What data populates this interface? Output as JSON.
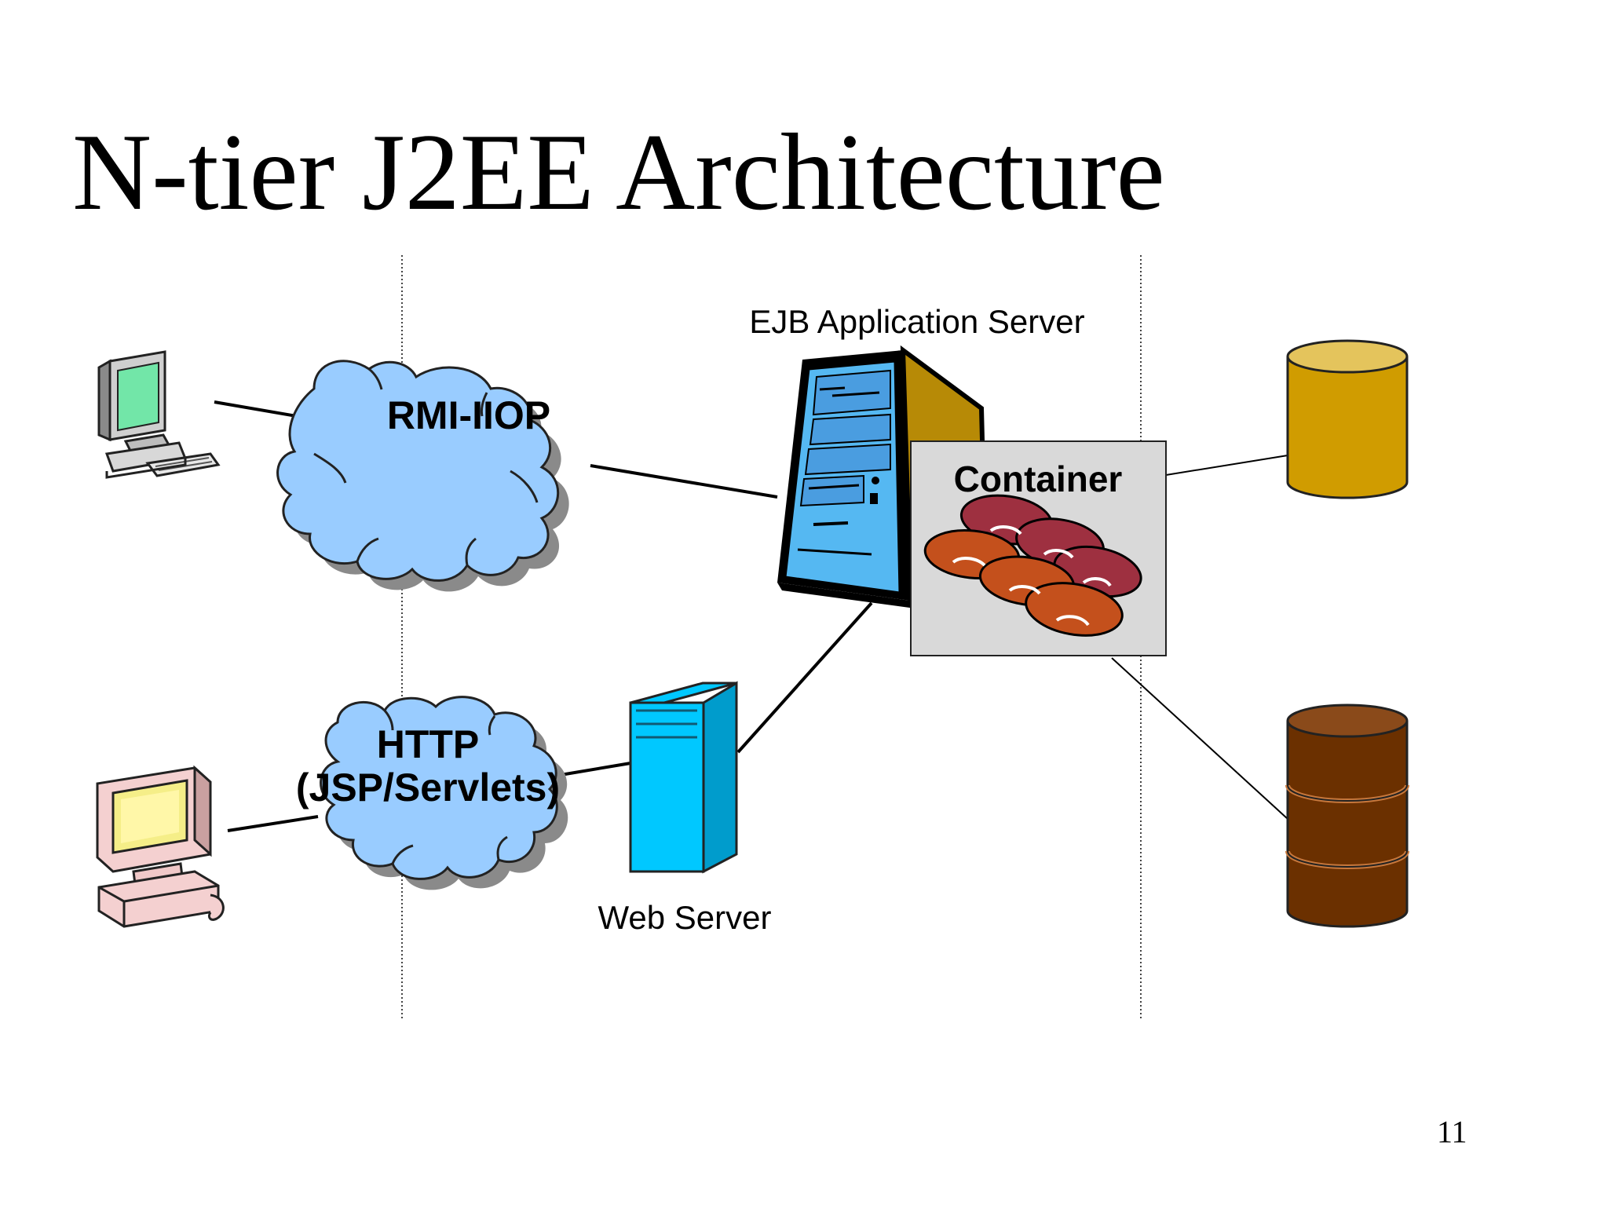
{
  "slide": {
    "title": "N-tier J2EE Architecture",
    "page_number": "11"
  },
  "diagram": {
    "clouds": {
      "rmi": "RMI-IIOP",
      "http_line1": "HTTP",
      "http_line2": "(JSP/Servlets)"
    },
    "servers": {
      "ejb_label": "EJB Application Server",
      "container_label": "Container",
      "web_label": "Web Server"
    }
  },
  "icons": [
    "computer-icon-green-screen",
    "computer-icon-yellow-screen",
    "tower-server-icon",
    "web-server-icon",
    "bean-icon",
    "database-gold-icon",
    "database-brown-icon"
  ],
  "colors": {
    "cloud_fill": "#99ccff",
    "cloud_shadow": "#8a8a8a",
    "tower_face": "#55b8f2",
    "tower_side": "#b78a06",
    "web_server": "#00c8ff",
    "container_fill": "#d9d9d9",
    "bean_red": "#9e3040",
    "bean_orange": "#c4501c",
    "db_gold": "#d09c00",
    "db_brown": "#6b3000"
  }
}
